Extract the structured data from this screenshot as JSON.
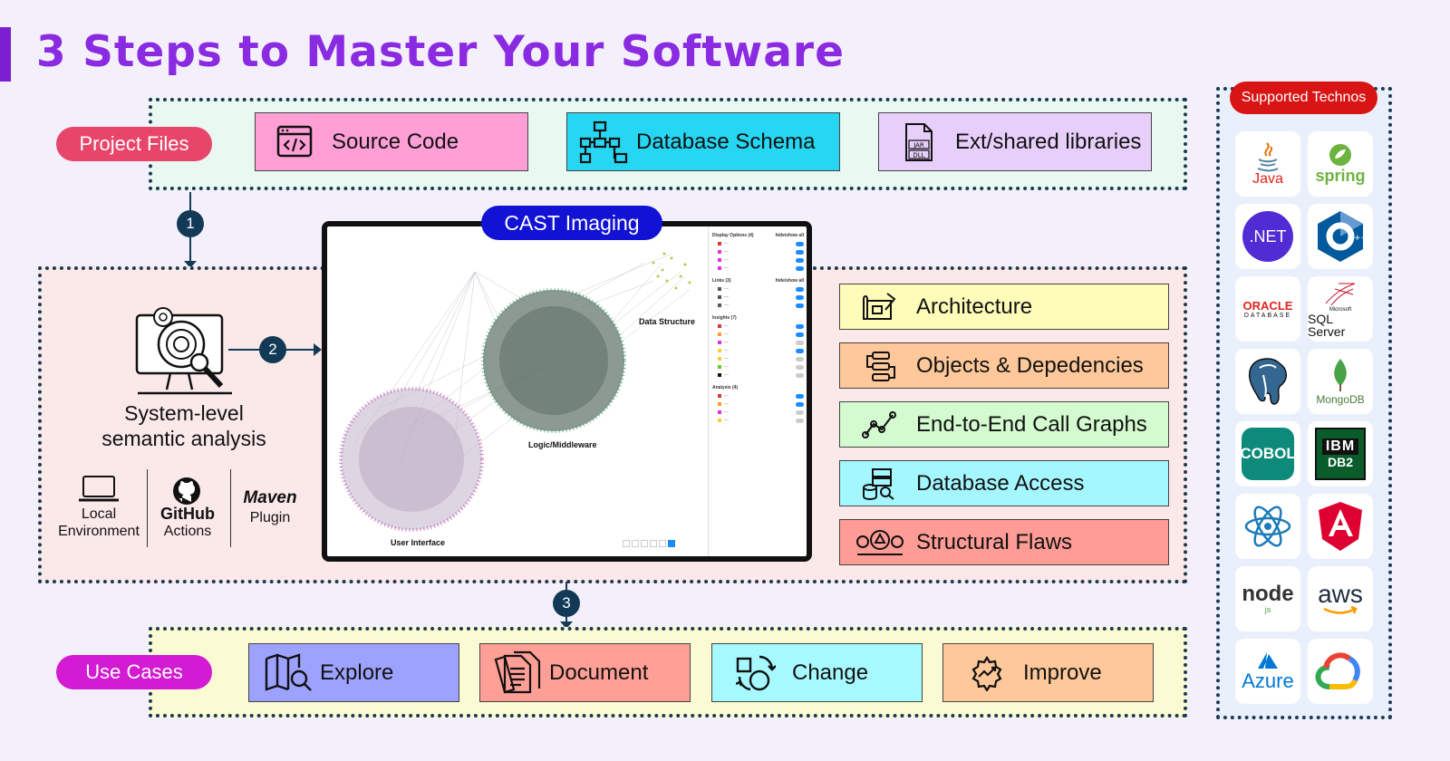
{
  "title": "3 Steps to Master Your Software",
  "project_files": {
    "label": "Project Files",
    "cards": [
      {
        "label": "Source Code",
        "icon": "code-window-icon",
        "color": "#ff9fd6"
      },
      {
        "label": "Database Schema",
        "icon": "schema-icon",
        "color": "#26d6f2"
      },
      {
        "label": "Ext/shared libraries",
        "icon": "jar-dll-icon",
        "color": "#e8cffb",
        "icon_texts": [
          "JAR",
          "DLL"
        ]
      }
    ]
  },
  "steps": [
    "1",
    "2",
    "3"
  ],
  "analysis": {
    "title_line1": "System-level",
    "title_line2": "semantic analysis",
    "options": [
      {
        "line1": "Local",
        "line2": "Environment"
      },
      {
        "line1": "GitHub",
        "line2": "Actions"
      },
      {
        "line1": "Maven",
        "line2": "Plugin"
      }
    ]
  },
  "cast": {
    "label": "CAST Imaging",
    "labels": {
      "data_structure": "Data Structure",
      "logic": "Logic/Middleware",
      "ui": "User Interface"
    },
    "panel_headers": {
      "display": "Display Options (4)",
      "links": "Links (3)",
      "insights": "Insights (7)",
      "analysis": "Analysis (4)",
      "hide_show": "hide/show all"
    }
  },
  "features": [
    {
      "label": "Architecture",
      "color": "#fffbb8",
      "icon": "blueprint-icon"
    },
    {
      "label": "Objects & Depedencies",
      "color": "#ffc89a",
      "icon": "dependencies-icon"
    },
    {
      "label": "End-to-End Call Graphs",
      "color": "#d4fbd0",
      "icon": "call-graph-icon"
    },
    {
      "label": "Database Access",
      "color": "#a4f7ff",
      "icon": "database-access-icon"
    },
    {
      "label": "Structural Flaws",
      "color": "#ff9c95",
      "icon": "structural-flaws-icon"
    }
  ],
  "use_cases": {
    "label": "Use Cases",
    "cards": [
      {
        "label": "Explore",
        "color": "#9da2ff",
        "icon": "map-search-icon"
      },
      {
        "label": "Document",
        "color": "#ff9f95",
        "icon": "documents-icon"
      },
      {
        "label": "Change",
        "color": "#a6faff",
        "icon": "change-cycle-icon"
      },
      {
        "label": "Improve",
        "color": "#ffc89a",
        "icon": "improve-gear-icon"
      }
    ]
  },
  "technos": {
    "label": "Supported Technos",
    "items": [
      {
        "name": "Java",
        "icon": "java-icon"
      },
      {
        "name": "spring",
        "icon": "spring-icon"
      },
      {
        "name": ".NET",
        "icon": "dotnet-icon"
      },
      {
        "name": "C++",
        "icon": "cpp-icon"
      },
      {
        "name": "ORACLE",
        "sub": "DATABASE",
        "icon": "oracle-icon"
      },
      {
        "name": "SQL Server",
        "sub": "Microsoft",
        "icon": "sqlserver-icon"
      },
      {
        "name": "PostgreSQL",
        "icon": "postgresql-icon"
      },
      {
        "name": "MongoDB",
        "icon": "mongodb-icon"
      },
      {
        "name": "COBOL",
        "icon": "cobol-icon"
      },
      {
        "name": "IBM",
        "sub": "DB2",
        "icon": "ibm-db2-icon"
      },
      {
        "name": "React",
        "icon": "react-icon"
      },
      {
        "name": "Angular",
        "icon": "angular-icon"
      },
      {
        "name": "node",
        "sub": "js",
        "icon": "nodejs-icon"
      },
      {
        "name": "aws",
        "icon": "aws-icon"
      },
      {
        "name": "Azure",
        "icon": "azure-icon"
      },
      {
        "name": "Google Cloud",
        "icon": "google-cloud-icon"
      }
    ]
  }
}
